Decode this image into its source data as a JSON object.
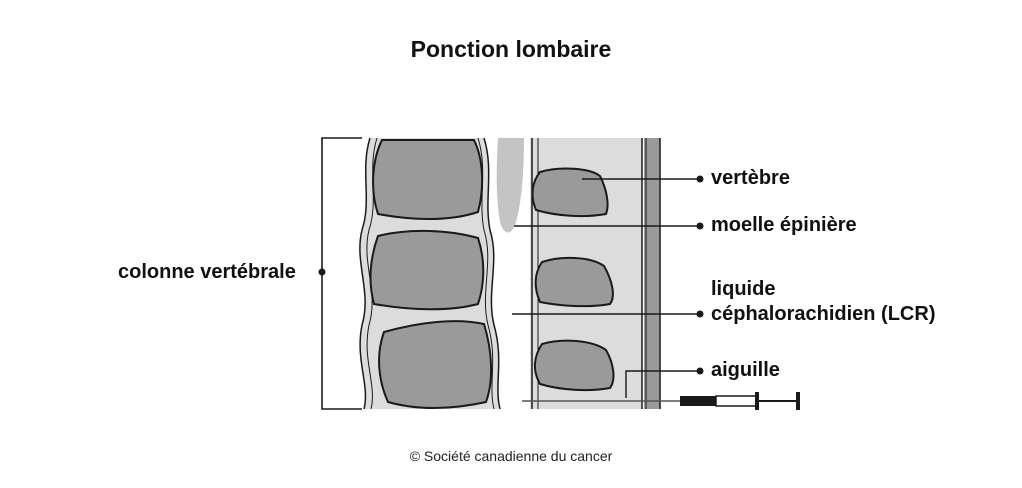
{
  "title": "Ponction lombaire",
  "labels": {
    "spine": "colonne vertébrale",
    "vertebra": "vertèbre",
    "spinal_cord": "moelle épinière",
    "csf_line1": "liquide",
    "csf_line2": "céphalorachidien (LCR)",
    "needle": "aiguille"
  },
  "copyright": "© Société canadienne du cancer",
  "colors": {
    "outline": "#1a1a1a",
    "vertebra_fill": "#9a9a9a",
    "canal_fill": "#dadada",
    "cord_fill": "#c4c4c4",
    "background": "#ffffff"
  }
}
